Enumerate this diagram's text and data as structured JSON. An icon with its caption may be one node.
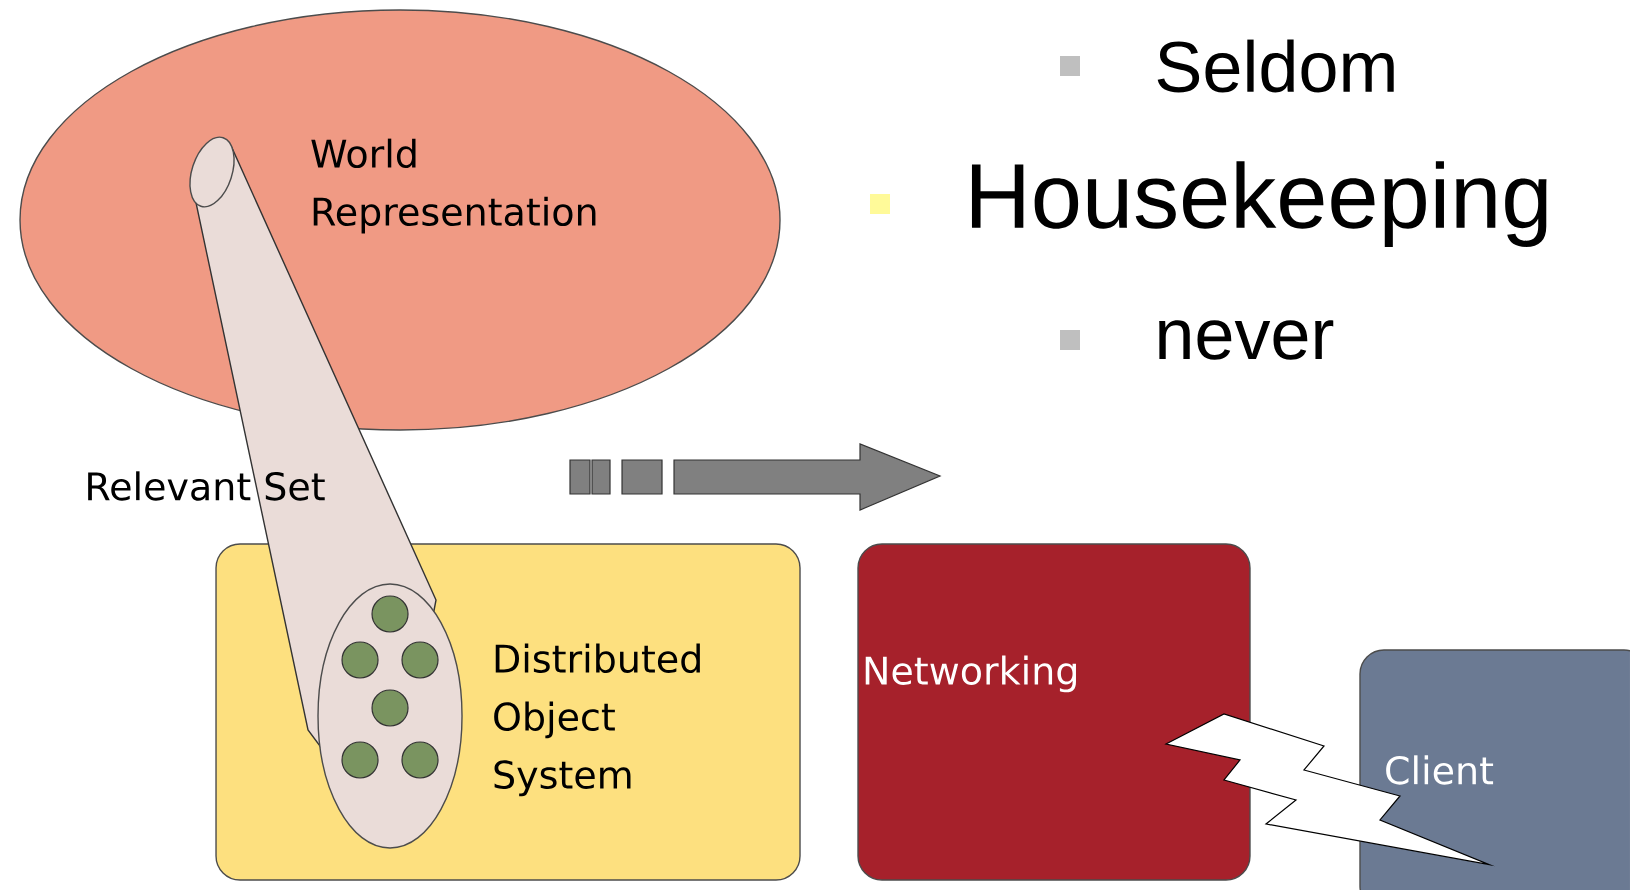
{
  "diagram": {
    "nodes": [
      {
        "text": [
          "World Representation"
        ]
      },
      {
        "text": [],
        "shape": "ellipse",
        "in": 0
      },
      {
        "text": [
          "Distributed Object System"
        ]
      },
      {
        "text": [],
        "shape": "ellipse",
        "in": 2
      },
      {
        "text": [
          "Networking"
        ]
      },
      {
        "text": [
          "Client"
        ]
      }
    ],
    "edges": [
      {
        "from": 4,
        "to": 5,
        "arrow": "none"
      }
    ],
    "labels": [
      "Seldom",
      "Housekeeping",
      "never",
      "Relevant Set"
    ]
  }
}
